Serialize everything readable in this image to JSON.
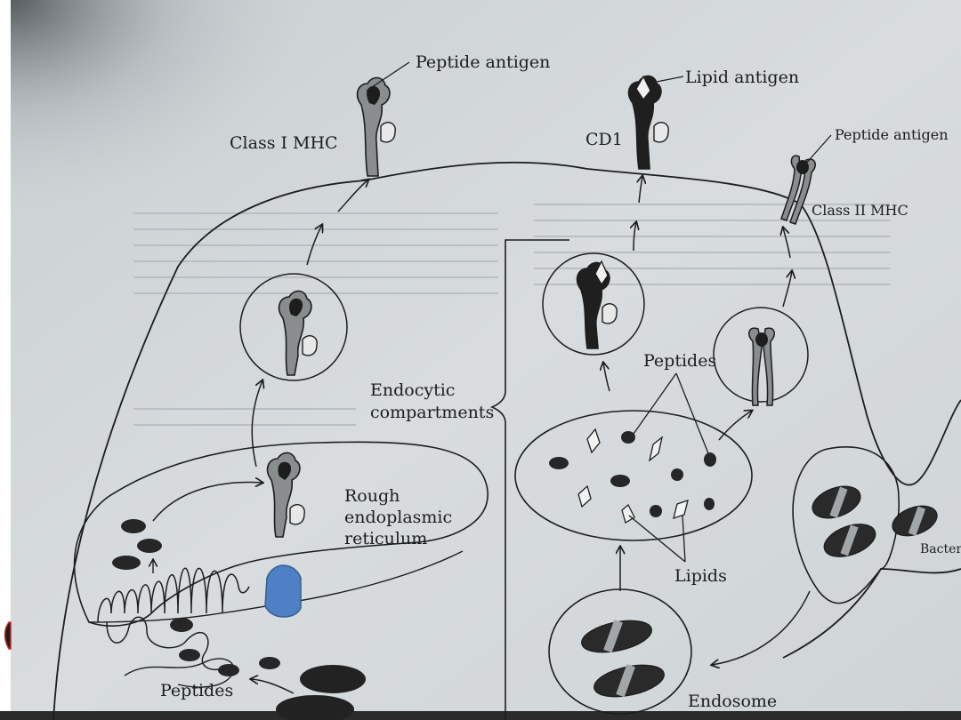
{
  "labels": {
    "peptide_antigen_top": "Peptide antigen",
    "lipid_antigen": "Lipid antigen",
    "peptide_antigen_right": "Peptide antigen",
    "class1_mhc": "Class I MHC",
    "cd1": "CD1",
    "class2_mhc": "Class II MHC",
    "endocytic_line1": "Endocytic",
    "endocytic_line2": "compartments",
    "rough_er_line1": "Rough",
    "rough_er_line2": "endoplasmic",
    "rough_er_line3": "reticulum",
    "peptides_center": "Peptides",
    "lipids": "Lipids",
    "bacteria": "Bacteria",
    "endosome": "Endosome",
    "peptides_bottom": "Peptides"
  },
  "colors": {
    "photo_paper": "#d6dbdd",
    "ink": "#1d1d1d",
    "overlay_marker": "#4f7fc4"
  }
}
